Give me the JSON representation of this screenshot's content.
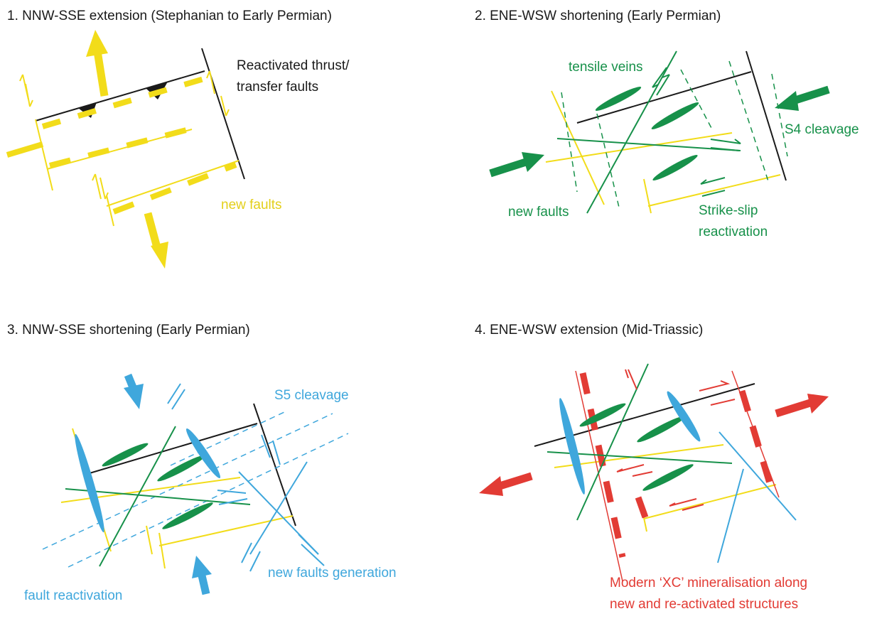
{
  "panels": [
    {
      "title": "1. NNW-SSE extension (Stephanian to Early Permian)",
      "labels": {
        "reactivated_line1": "Reactivated thrust/",
        "reactivated_line2": "transfer faults",
        "new_faults": "new faults"
      }
    },
    {
      "title": "2. ENE-WSW shortening (Early Permian)",
      "labels": {
        "tensile_veins": "tensile veins",
        "s4_cleavage": "S4 cleavage",
        "new_faults": "new faults",
        "strike_slip_line1": "Strike-slip",
        "strike_slip_line2": "reactivation"
      }
    },
    {
      "title": "3. NNW-SSE shortening (Early Permian)",
      "labels": {
        "s5_cleavage": "S5 cleavage",
        "fault_reactivation": "fault reactivation",
        "new_faults_generation": "new faults generation"
      }
    },
    {
      "title": "4. ENE-WSW extension (Mid-Triassic)",
      "labels": {
        "mineralisation_line1": "Modern ‘XC’ mineralisation along",
        "mineralisation_line2": "new and re-activated structures"
      }
    }
  ],
  "colors": {
    "black": "#1a1a1a",
    "yellow": "#f2dc1a",
    "green": "#17914a",
    "blue": "#3fa7dc",
    "red": "#e23b34"
  }
}
